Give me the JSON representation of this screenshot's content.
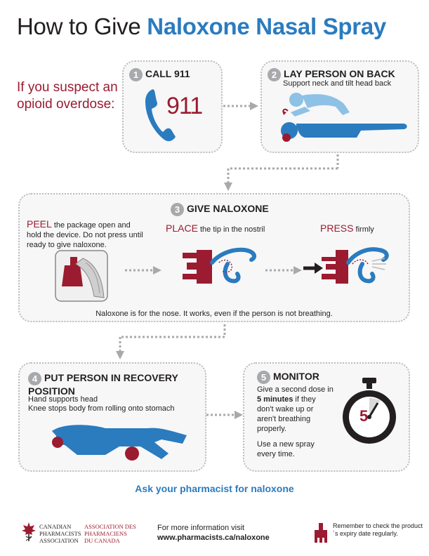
{
  "title": {
    "part1": "How to Give ",
    "part2": "Naloxone Nasal Spray"
  },
  "intro": "If you suspect an opioid overdose:",
  "step1": {
    "number": "1",
    "title": "CALL 911",
    "phone_number": "911"
  },
  "step2": {
    "number": "2",
    "title": "LAY PERSON ON BACK",
    "subtitle": "Support neck and tilt head back"
  },
  "step3": {
    "number": "3",
    "title": "GIVE NALOXONE",
    "peel": {
      "keyword": "PEEL",
      "text": " the package open and hold the device. Do not press until ready to give naloxone."
    },
    "place": {
      "keyword": "PLACE",
      "text": " the tip in the nostril"
    },
    "press": {
      "keyword": "PRESS",
      "text": " firmly"
    },
    "note": "Naloxone is for the nose. It works, even if the person is not breathing."
  },
  "step4": {
    "number": "4",
    "title": "PUT PERSON IN RECOVERY POSITION",
    "line1": "Hand supports head",
    "line2": "Knee stops body from rolling onto stomach"
  },
  "step5": {
    "number": "5",
    "title": "MONITOR",
    "text_before": "Give a second dose in ",
    "text_bold": "5 minutes",
    "text_after": " if they don't wake up or aren't breathing properly.",
    "text2": "Use a new spray every time.",
    "timer_value": "5"
  },
  "ask": "Ask your pharmacist for naloxone",
  "footer": {
    "org_en": [
      "Canadian",
      "Pharmacists",
      "Association"
    ],
    "org_fr": [
      "Association des",
      "Pharmaciens",
      "du Canada"
    ],
    "info_line1": "For more information visit",
    "info_url": "www.pharmacists.ca/naloxone",
    "reminder": "Remember to check the product´s expiry date regularly."
  },
  "colors": {
    "blue": "#2b7bbf",
    "red": "#9b1b30",
    "light_blue": "#8ec1e6",
    "gray": "#a7a9ac"
  }
}
